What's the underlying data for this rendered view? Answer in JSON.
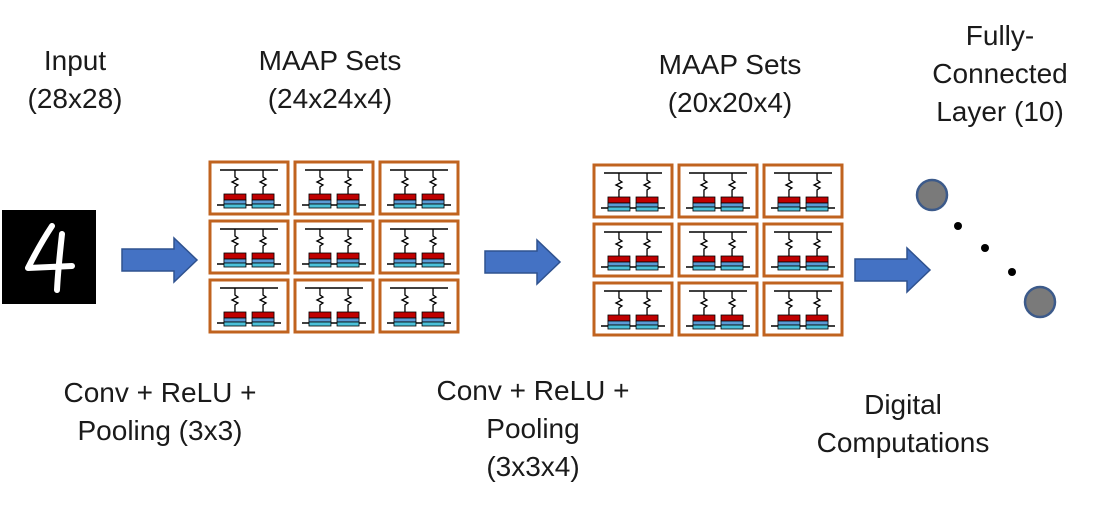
{
  "labels": {
    "input": [
      "Input",
      "(28x28)"
    ],
    "maap1": [
      "MAAP Sets",
      "(24x24x4)"
    ],
    "maap2": [
      "MAAP Sets",
      "(20x20x4)"
    ],
    "fc": [
      "Fully-",
      "Connected",
      "Layer (10)"
    ],
    "op1": [
      "Conv + ReLU +",
      "Pooling (3x3)"
    ],
    "op2": [
      "Conv + ReLU +",
      "Pooling",
      "(3x3x4)"
    ],
    "op3": [
      "Digital",
      "Computations"
    ]
  },
  "input_image": {
    "digit": "4"
  },
  "colors": {
    "frame": "#c0631f",
    "arrow": "#4472c4",
    "arrow_edge": "#2f528f",
    "red_block": "#c00000",
    "blue_block": "#5b9bd5",
    "cyan_block": "#4bc0d9",
    "node": "#7a7a7a",
    "node_edge": "#3c5a8a"
  },
  "icons": [
    "right-arrow-icon",
    "neuron-node-icon",
    "ellipsis-dots-icon",
    "maap-cell-icon"
  ]
}
